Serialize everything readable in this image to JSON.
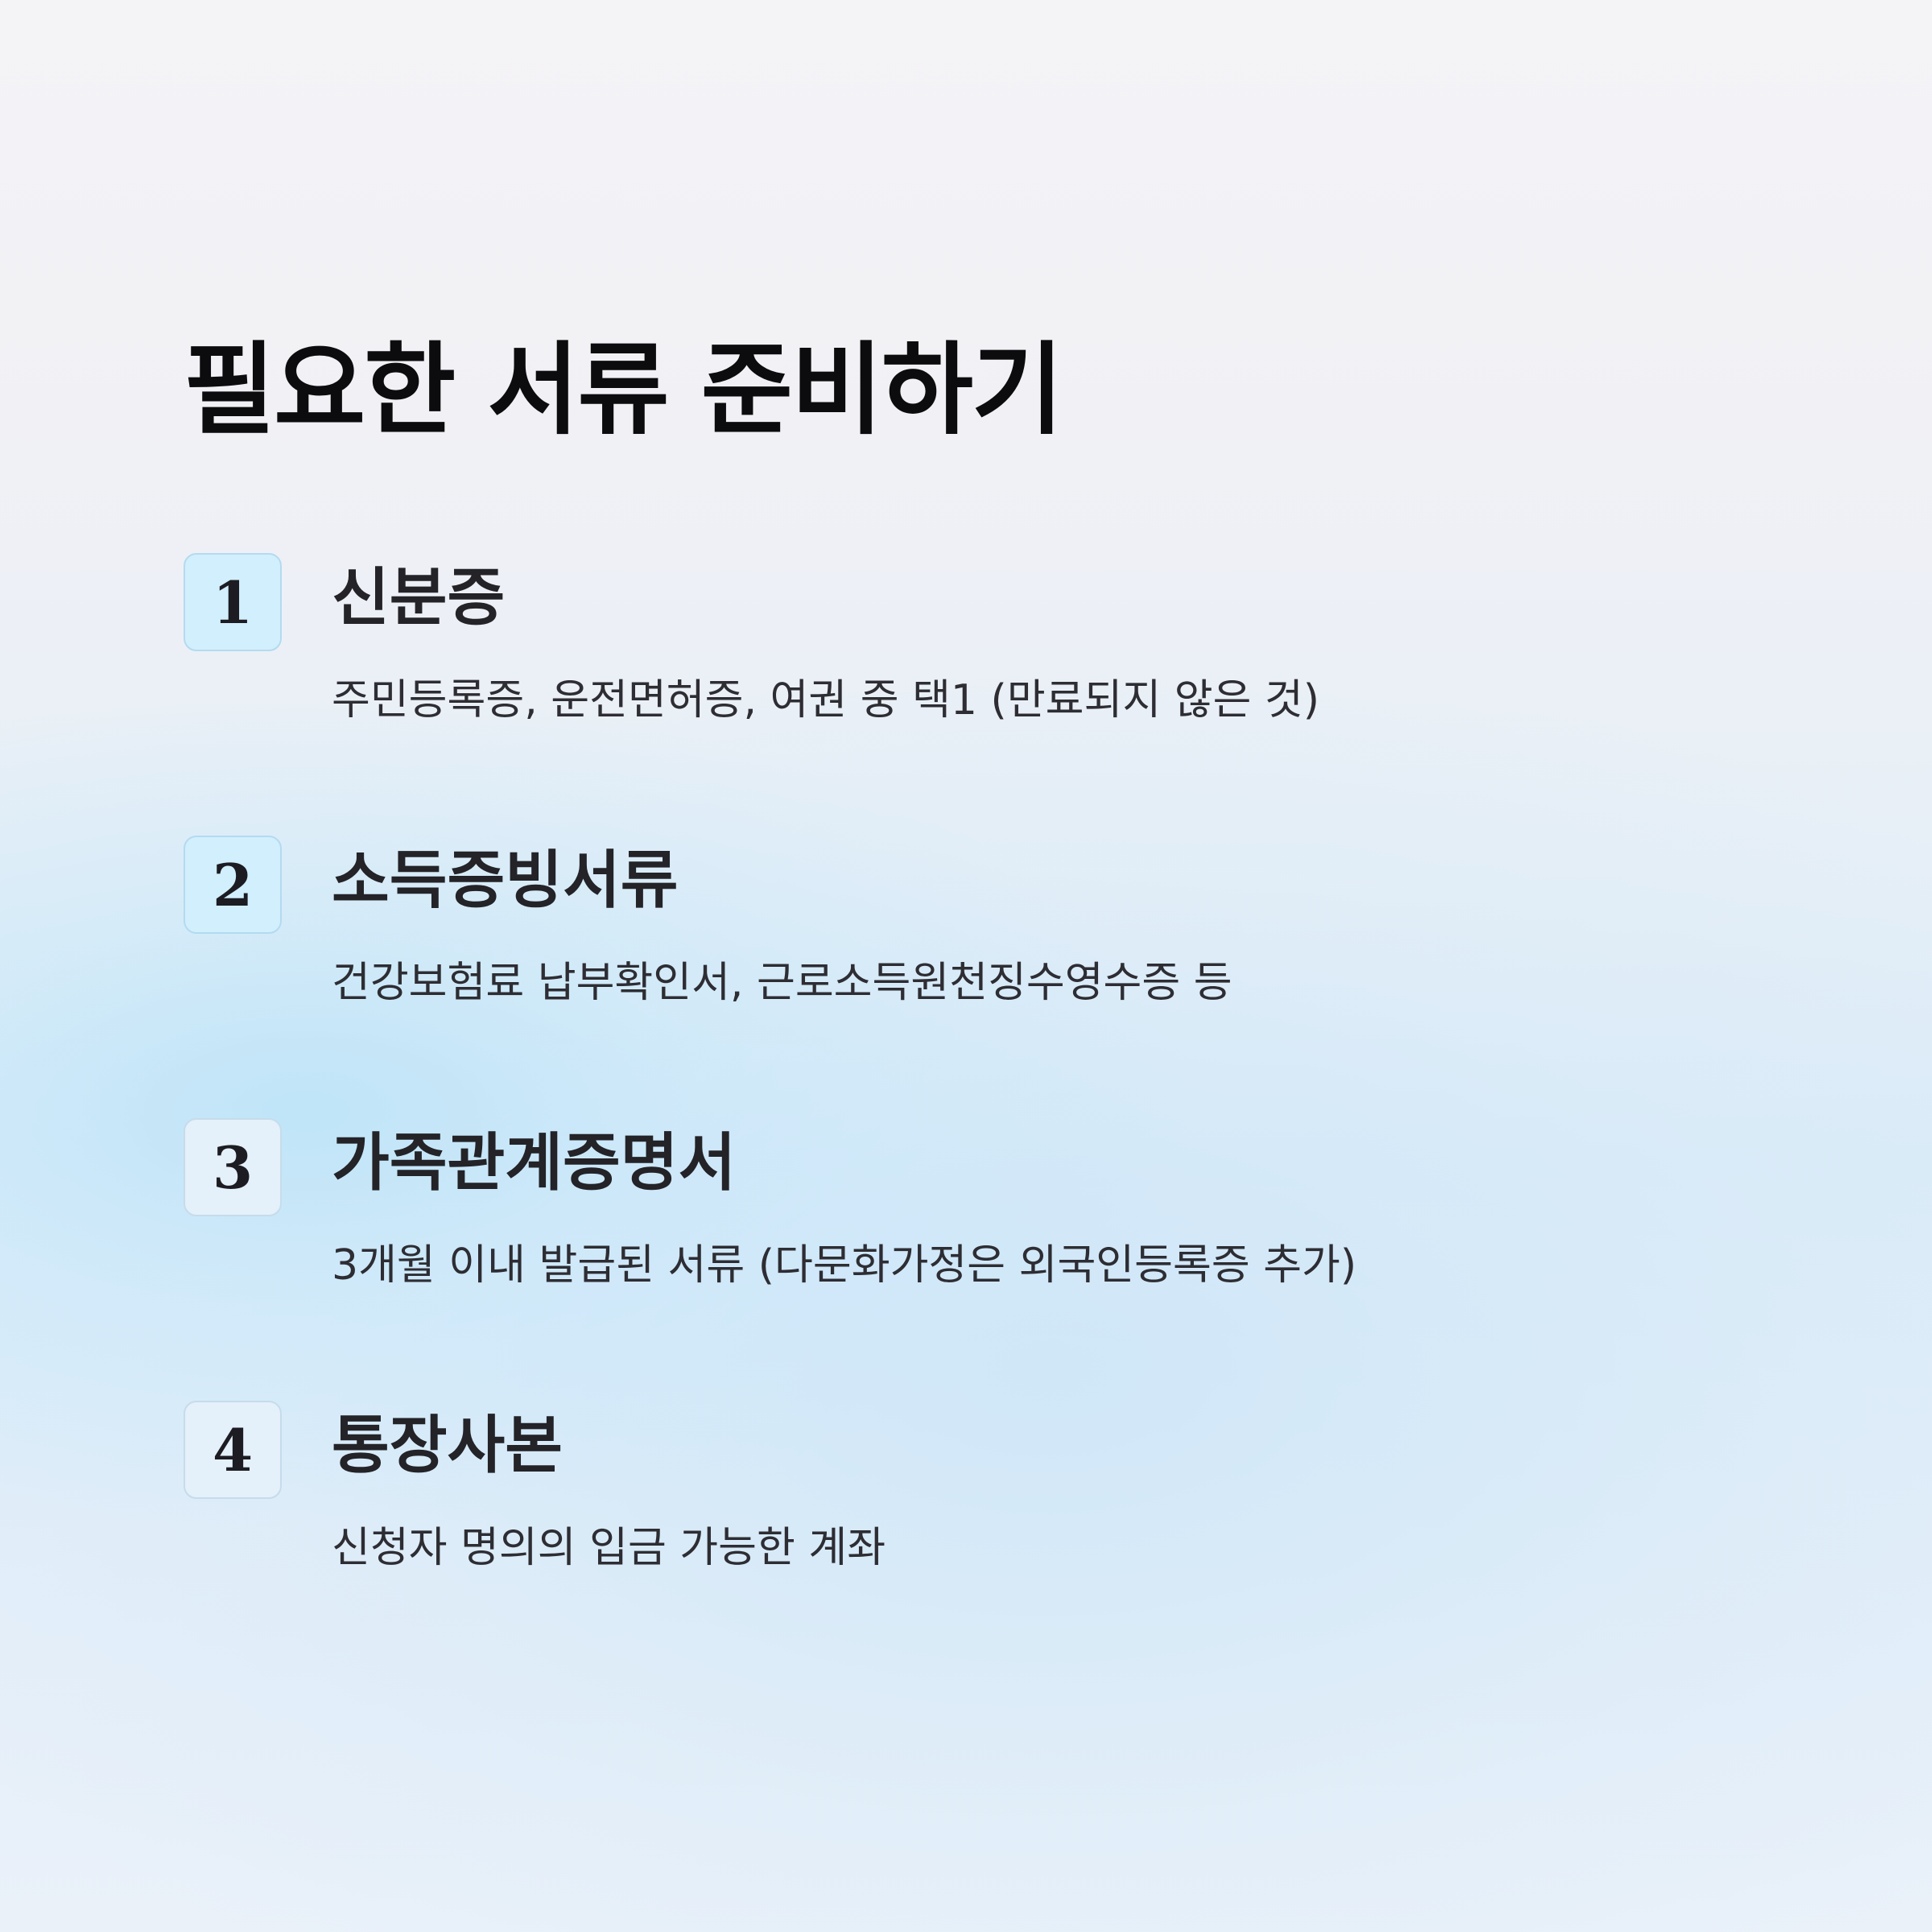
{
  "page": {
    "title": "필요한 서류 준비하기"
  },
  "documents": [
    {
      "number": "1",
      "title": "신분증",
      "description": "주민등록증, 운전면허증, 여권 중 택1 (만료되지 않은 것)"
    },
    {
      "number": "2",
      "title": "소득증빙서류",
      "description": "건강보험료 납부확인서, 근로소득원천징수영수증 등"
    },
    {
      "number": "3",
      "title": "가족관계증명서",
      "description": "3개월 이내 발급된 서류 (다문화가정은 외국인등록증 추가)"
    },
    {
      "number": "4",
      "title": "통장사본",
      "description": "신청자 명의의 입금 가능한 계좌"
    }
  ],
  "colors": {
    "badge_fill": "#d2effd",
    "badge_border": "#b4daf0",
    "title_text": "#0c0c0e",
    "body_text": "#2d2d33"
  }
}
